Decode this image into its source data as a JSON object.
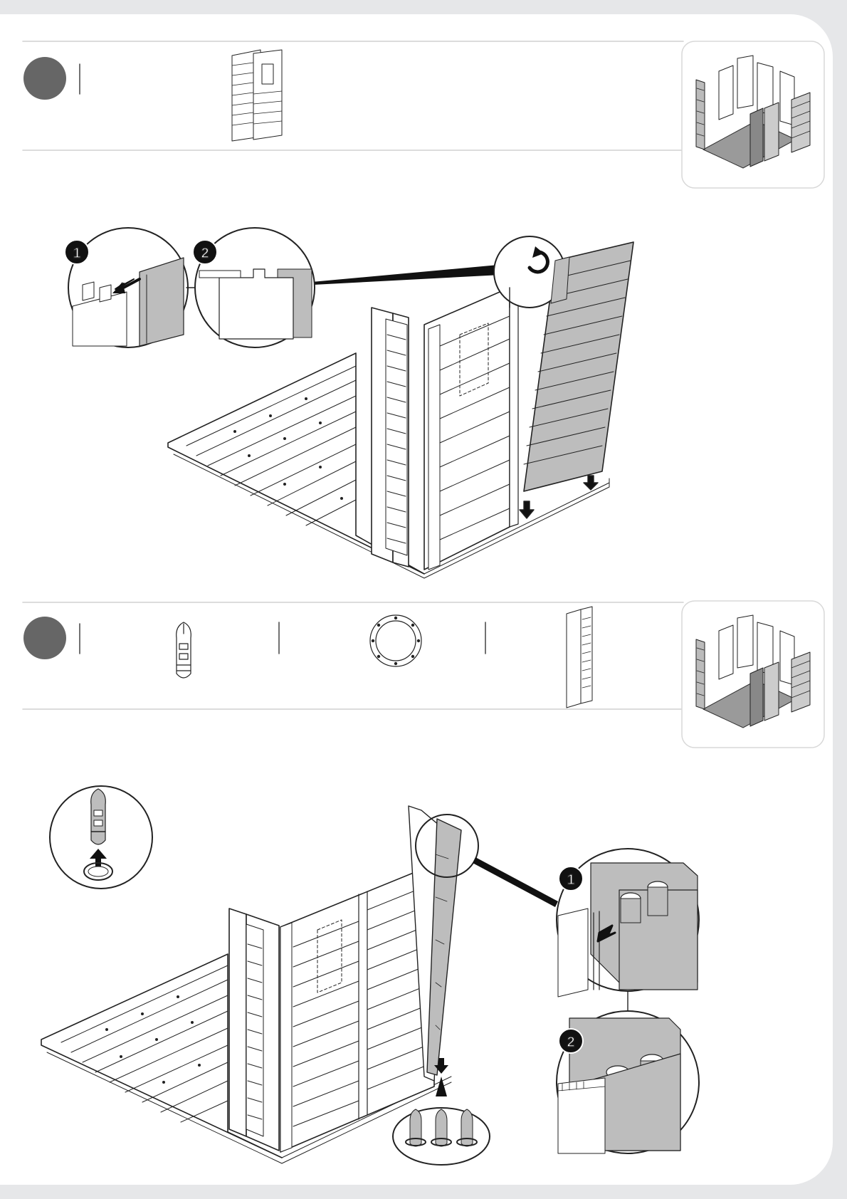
{
  "page": {
    "background_color": "#e6e7e9",
    "sheet_color": "#ffffff",
    "step_badge_color": "#666666",
    "panel_gray": "#bdbdbd",
    "line_color": "#222222"
  },
  "steps": [
    {
      "number": "",
      "parts": [
        "window-wall-panel-icon"
      ],
      "overview": "shed-overview-thumbnail",
      "callouts": [
        "1",
        "2"
      ],
      "illustration": "install-window-wall-panel-onto-floor"
    },
    {
      "number": "",
      "parts": [
        "connector-pin-icon",
        "locking-ring-icon",
        "corner-post-icon"
      ],
      "overview": "shed-overview-thumbnail",
      "callouts": [
        "1",
        "2"
      ],
      "illustration": "attach-corner-post-with-connector-pins"
    }
  ]
}
